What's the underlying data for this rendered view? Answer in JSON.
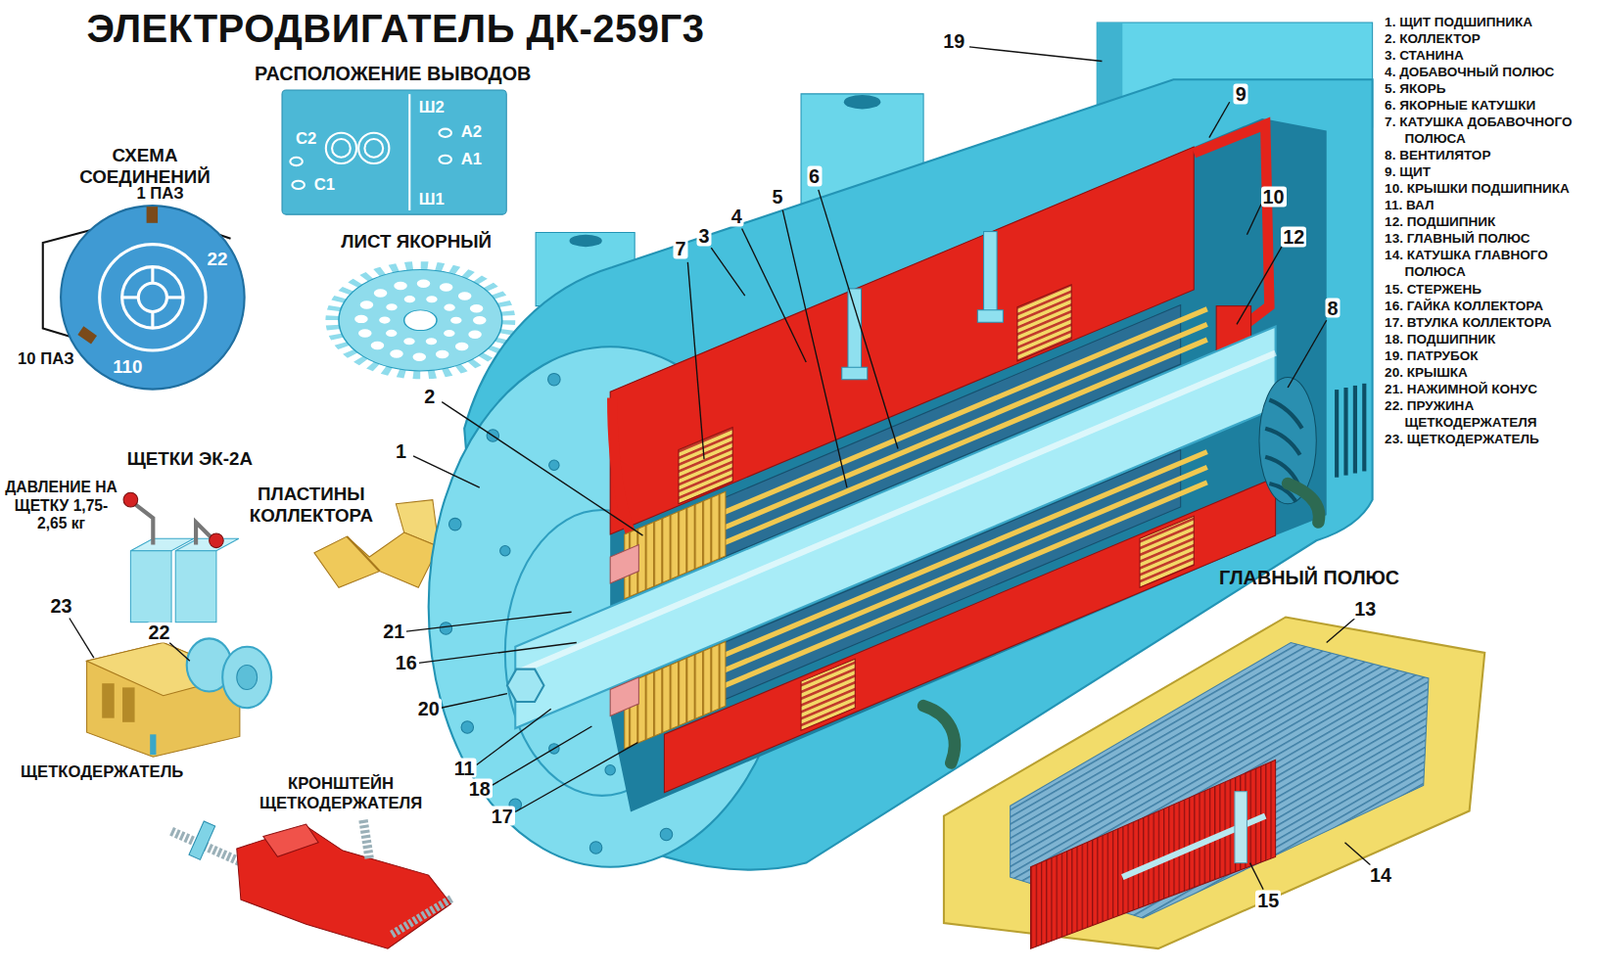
{
  "diagram": {
    "title": "ЭЛЕКТРОДВИГАТЕЛЬ ДК-259Г3",
    "nodes": [
      {
        "text": [
          "РАСПОЛОЖЕНИЕ ВЫВОДОВ",
          "Ш2",
          "С2",
          "А2",
          "А1",
          "С1",
          "Ш1"
        ]
      },
      {
        "text": [
          "СХЕМА СОЕДИНЕНИЙ",
          "22",
          "110"
        ]
      }
    ],
    "labels": [
      "1. ЩИТ ПОДШИПНИКА",
      "2. КОЛЛЕКТОР",
      "3. СТАНИНА",
      "4. ДОБАВОЧНЫЙ ПОЛЮС",
      "5. ЯКОРЬ",
      "6. ЯКОРНЫЕ КАТУШКИ",
      "7. КАТУШКА ДОБАВОЧНОГО ПОЛЮСА",
      "8. ВЕНТИЛЯТОР",
      "9. ЩИТ",
      "10. КРЫШКИ ПОДШИПНИКА",
      "11. ВАЛ",
      "12. ПОДШИПНИК",
      "13. ГЛАВНЫЙ ПОЛЮС",
      "14. КАТУШКА ГЛАВНОГО ПОЛЮСА",
      "15. СТЕРЖЕНЬ",
      "16. ГАЙКА КОЛЛЕКТОРА",
      "17. ВТУЛКА КОЛЛЕКТОРА",
      "18. ПОДШИПНИК",
      "19. ПАТРУБОК",
      "20. КРЫШКА",
      "21. НАЖИМНОЙ КОНУС",
      "22. ПРУЖИНА ЩЕТКОДЕРЖАТЕЛЯ",
      "23. ЩЕТКОДЕРЖАТЕЛЬ",
      "ЛИСТ ЯКОРНЫЙ",
      "1 ПАЗ",
      "10 ПАЗ",
      "ЩЕТКИ ЭК-2А",
      "ДАВЛЕНИЕ НА ЩЕТКУ 1,75-2,65 кг",
      "ПЛАСТИНЫ КОЛЛЕКТОРА",
      "ЩЕТКОДЕРЖАТЕЛЬ",
      "КРОНШТЕЙН ЩЕТКОДЕРЖАТЕЛЯ",
      "ГЛАВНЫЙ ПОЛЮС",
      "19",
      "9",
      "6",
      "10",
      "5",
      "4",
      "12",
      "3",
      "7",
      "8",
      "2",
      "1",
      "23",
      "22",
      "21",
      "16",
      "20",
      "11",
      "18",
      "17",
      "13",
      "14",
      "15"
    ]
  }
}
